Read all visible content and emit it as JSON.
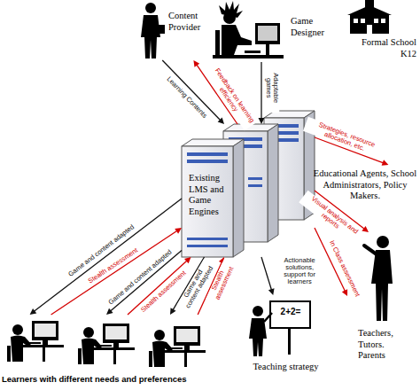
{
  "diagram": {
    "nodes": [
      {
        "text": [
          "Content Provider"
        ]
      },
      {
        "text": [
          "Game Designer"
        ]
      },
      {
        "text": [
          "Formal School K12"
        ]
      },
      {
        "text": [
          "Existing LMS and Game Engines"
        ]
      },
      {
        "text": [
          "Educational Agents, School Administrators, Policy Makers."
        ]
      },
      {
        "text": [
          "Teachers, Tutors. Parents"
        ]
      },
      {
        "text": [
          "Teaching strategy"
        ]
      },
      {
        "text": [
          "Learners with different needs and preferences"
        ]
      }
    ],
    "edges": [
      {
        "from": 0,
        "to": 3,
        "label": "Learning Contents",
        "arrow": "to"
      },
      {
        "from": 3,
        "to": 0,
        "label": "Feedback on learning efficiency",
        "arrow": "to"
      },
      {
        "from": 1,
        "to": 3,
        "label": "Adaptable games",
        "arrow": "to"
      },
      {
        "from": 3,
        "to": 4,
        "label": "Strategies, resource allocation, etc.",
        "arrow": "to"
      },
      {
        "from": 3,
        "to": 5,
        "label": "Visual analysis and reports",
        "arrow": "to"
      },
      {
        "from": 3,
        "to": 5,
        "label": "In Class assessment",
        "arrow": "to"
      },
      {
        "from": 3,
        "to": 6,
        "label": "Actionable solutions, support for learners",
        "arrow": "to"
      },
      {
        "from": 3,
        "to": 7,
        "label": "Game and content adapted",
        "arrow": "to"
      },
      {
        "from": 7,
        "to": 3,
        "label": "Stealth assessment",
        "arrow": "to"
      },
      {
        "from": 3,
        "to": 7,
        "label": "Game and content adapted",
        "arrow": "to"
      },
      {
        "from": 7,
        "to": 3,
        "label": "Stealth assessment",
        "arrow": "to"
      },
      {
        "from": 3,
        "to": 7,
        "label": "Game and content adapted",
        "arrow": "to"
      },
      {
        "from": 7,
        "to": 3,
        "label": "Stealth assessment",
        "arrow": "to"
      }
    ],
    "labels": [
      "2+2="
    ]
  }
}
